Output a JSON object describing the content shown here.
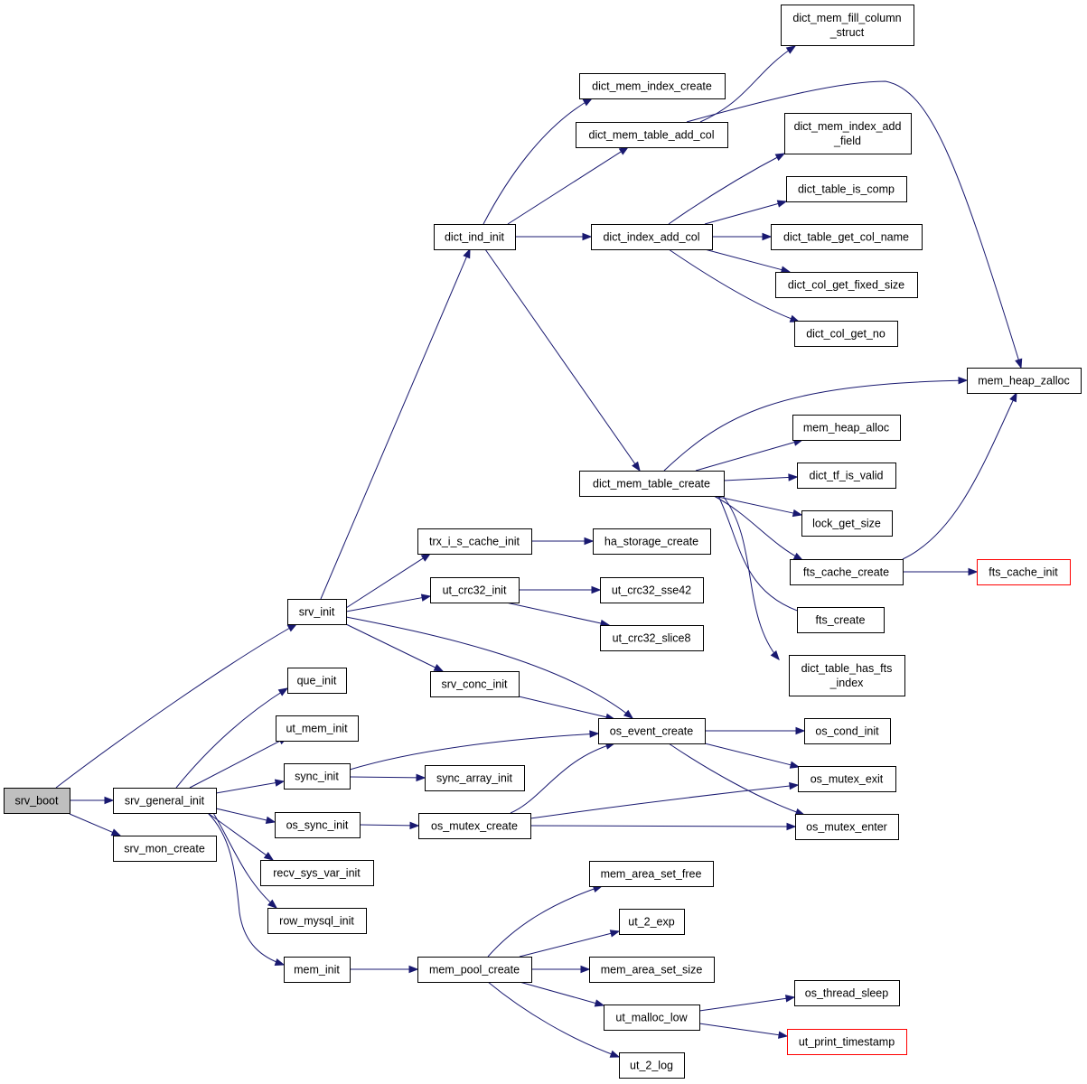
{
  "graph": {
    "root": "srv_boot",
    "colors": {
      "edge": "#191970",
      "root_fill": "#bfbfbf",
      "truncated_border": "#ff0000",
      "node_border": "#000000"
    },
    "nodes": [
      {
        "id": "srv_boot",
        "lines": [
          "srv_boot"
        ],
        "style": "root"
      },
      {
        "id": "srv_general_init",
        "lines": [
          "srv_general_init"
        ]
      },
      {
        "id": "srv_mon_create",
        "lines": [
          "srv_mon_create"
        ]
      },
      {
        "id": "srv_init",
        "lines": [
          "srv_init"
        ]
      },
      {
        "id": "que_init",
        "lines": [
          "que_init"
        ]
      },
      {
        "id": "ut_mem_init",
        "lines": [
          "ut_mem_init"
        ]
      },
      {
        "id": "sync_init",
        "lines": [
          "sync_init"
        ]
      },
      {
        "id": "os_sync_init",
        "lines": [
          "os_sync_init"
        ]
      },
      {
        "id": "recv_sys_var_init",
        "lines": [
          "recv_sys_var_init"
        ]
      },
      {
        "id": "row_mysql_init",
        "lines": [
          "row_mysql_init"
        ]
      },
      {
        "id": "mem_init",
        "lines": [
          "mem_init"
        ]
      },
      {
        "id": "dict_ind_init",
        "lines": [
          "dict_ind_init"
        ]
      },
      {
        "id": "trx_i_s_cache_init",
        "lines": [
          "trx_i_s_cache_init"
        ]
      },
      {
        "id": "ut_crc32_init",
        "lines": [
          "ut_crc32_init"
        ]
      },
      {
        "id": "srv_conc_init",
        "lines": [
          "srv_conc_init"
        ]
      },
      {
        "id": "os_event_create",
        "lines": [
          "os_event_create"
        ]
      },
      {
        "id": "sync_array_init",
        "lines": [
          "sync_array_init"
        ]
      },
      {
        "id": "os_mutex_create",
        "lines": [
          "os_mutex_create"
        ]
      },
      {
        "id": "mem_pool_create",
        "lines": [
          "mem_pool_create"
        ]
      },
      {
        "id": "dict_mem_index_create",
        "lines": [
          "dict_mem_index_create"
        ]
      },
      {
        "id": "dict_mem_table_add_col",
        "lines": [
          "dict_mem_table_add_col"
        ]
      },
      {
        "id": "dict_index_add_col",
        "lines": [
          "dict_index_add_col"
        ]
      },
      {
        "id": "dict_mem_table_create",
        "lines": [
          "dict_mem_table_create"
        ]
      },
      {
        "id": "ha_storage_create",
        "lines": [
          "ha_storage_create"
        ]
      },
      {
        "id": "ut_crc32_sse42",
        "lines": [
          "ut_crc32_sse42"
        ]
      },
      {
        "id": "ut_crc32_slice8",
        "lines": [
          "ut_crc32_slice8"
        ]
      },
      {
        "id": "os_cond_init",
        "lines": [
          "os_cond_init"
        ]
      },
      {
        "id": "os_mutex_exit",
        "lines": [
          "os_mutex_exit"
        ]
      },
      {
        "id": "os_mutex_enter",
        "lines": [
          "os_mutex_enter"
        ]
      },
      {
        "id": "mem_area_set_free",
        "lines": [
          "mem_area_set_free"
        ]
      },
      {
        "id": "ut_2_exp",
        "lines": [
          "ut_2_exp"
        ]
      },
      {
        "id": "mem_area_set_size",
        "lines": [
          "mem_area_set_size"
        ]
      },
      {
        "id": "ut_malloc_low",
        "lines": [
          "ut_malloc_low"
        ]
      },
      {
        "id": "ut_2_log",
        "lines": [
          "ut_2_log"
        ]
      },
      {
        "id": "dict_mem_fill_column_struct",
        "lines": [
          "dict_mem_fill_column",
          "_struct"
        ]
      },
      {
        "id": "mem_heap_zalloc",
        "lines": [
          "mem_heap_zalloc"
        ]
      },
      {
        "id": "dict_mem_index_add_field",
        "lines": [
          "dict_mem_index_add",
          "_field"
        ]
      },
      {
        "id": "dict_table_is_comp",
        "lines": [
          "dict_table_is_comp"
        ]
      },
      {
        "id": "dict_table_get_col_name",
        "lines": [
          "dict_table_get_col_name"
        ]
      },
      {
        "id": "dict_col_get_fixed_size",
        "lines": [
          "dict_col_get_fixed_size"
        ]
      },
      {
        "id": "dict_col_get_no",
        "lines": [
          "dict_col_get_no"
        ]
      },
      {
        "id": "mem_heap_alloc",
        "lines": [
          "mem_heap_alloc"
        ]
      },
      {
        "id": "dict_tf_is_valid",
        "lines": [
          "dict_tf_is_valid"
        ]
      },
      {
        "id": "lock_get_size",
        "lines": [
          "lock_get_size"
        ]
      },
      {
        "id": "fts_cache_create",
        "lines": [
          "fts_cache_create"
        ]
      },
      {
        "id": "fts_create",
        "lines": [
          "fts_create"
        ]
      },
      {
        "id": "dict_table_has_fts_index",
        "lines": [
          "dict_table_has_fts",
          "_index"
        ]
      },
      {
        "id": "fts_cache_init",
        "lines": [
          "fts_cache_init"
        ],
        "style": "truncated"
      },
      {
        "id": "os_thread_sleep",
        "lines": [
          "os_thread_sleep"
        ]
      },
      {
        "id": "ut_print_timestamp",
        "lines": [
          "ut_print_timestamp"
        ],
        "style": "truncated"
      }
    ],
    "edges": [
      [
        "srv_boot",
        "srv_general_init"
      ],
      [
        "srv_boot",
        "srv_mon_create"
      ],
      [
        "srv_boot",
        "srv_init"
      ],
      [
        "srv_general_init",
        "que_init"
      ],
      [
        "srv_general_init",
        "ut_mem_init"
      ],
      [
        "srv_general_init",
        "sync_init"
      ],
      [
        "srv_general_init",
        "os_sync_init"
      ],
      [
        "srv_general_init",
        "recv_sys_var_init"
      ],
      [
        "srv_general_init",
        "row_mysql_init"
      ],
      [
        "srv_general_init",
        "mem_init"
      ],
      [
        "srv_init",
        "dict_ind_init"
      ],
      [
        "srv_init",
        "trx_i_s_cache_init"
      ],
      [
        "srv_init",
        "ut_crc32_init"
      ],
      [
        "srv_init",
        "srv_conc_init"
      ],
      [
        "srv_init",
        "os_event_create"
      ],
      [
        "sync_init",
        "os_event_create"
      ],
      [
        "sync_init",
        "sync_array_init"
      ],
      [
        "os_sync_init",
        "os_mutex_create"
      ],
      [
        "mem_init",
        "mem_pool_create"
      ],
      [
        "dict_ind_init",
        "dict_mem_index_create"
      ],
      [
        "dict_ind_init",
        "dict_mem_table_add_col"
      ],
      [
        "dict_ind_init",
        "dict_index_add_col"
      ],
      [
        "dict_ind_init",
        "dict_mem_table_create"
      ],
      [
        "trx_i_s_cache_init",
        "ha_storage_create"
      ],
      [
        "ut_crc32_init",
        "ut_crc32_sse42"
      ],
      [
        "ut_crc32_init",
        "ut_crc32_slice8"
      ],
      [
        "srv_conc_init",
        "os_event_create"
      ],
      [
        "os_event_create",
        "os_cond_init"
      ],
      [
        "os_event_create",
        "os_mutex_exit"
      ],
      [
        "os_event_create",
        "os_mutex_enter"
      ],
      [
        "os_mutex_create",
        "os_event_create"
      ],
      [
        "os_mutex_create",
        "os_mutex_exit"
      ],
      [
        "os_mutex_create",
        "os_mutex_enter"
      ],
      [
        "mem_pool_create",
        "mem_area_set_free"
      ],
      [
        "mem_pool_create",
        "ut_2_exp"
      ],
      [
        "mem_pool_create",
        "mem_area_set_size"
      ],
      [
        "mem_pool_create",
        "ut_malloc_low"
      ],
      [
        "mem_pool_create",
        "ut_2_log"
      ],
      [
        "dict_mem_table_add_col",
        "dict_mem_fill_column_struct"
      ],
      [
        "dict_mem_table_add_col",
        "mem_heap_zalloc"
      ],
      [
        "dict_index_add_col",
        "dict_mem_index_add_field"
      ],
      [
        "dict_index_add_col",
        "dict_table_is_comp"
      ],
      [
        "dict_index_add_col",
        "dict_table_get_col_name"
      ],
      [
        "dict_index_add_col",
        "dict_col_get_fixed_size"
      ],
      [
        "dict_index_add_col",
        "dict_col_get_no"
      ],
      [
        "dict_mem_table_create",
        "mem_heap_zalloc"
      ],
      [
        "dict_mem_table_create",
        "mem_heap_alloc"
      ],
      [
        "dict_mem_table_create",
        "dict_tf_is_valid"
      ],
      [
        "dict_mem_table_create",
        "lock_get_size"
      ],
      [
        "dict_mem_table_create",
        "fts_cache_create"
      ],
      [
        "dict_mem_table_create",
        "fts_create"
      ],
      [
        "dict_mem_table_create",
        "dict_table_has_fts_index"
      ],
      [
        "fts_cache_create",
        "fts_cache_init"
      ],
      [
        "fts_cache_create",
        "mem_heap_zalloc"
      ],
      [
        "ut_malloc_low",
        "os_thread_sleep"
      ],
      [
        "ut_malloc_low",
        "ut_print_timestamp"
      ]
    ]
  }
}
